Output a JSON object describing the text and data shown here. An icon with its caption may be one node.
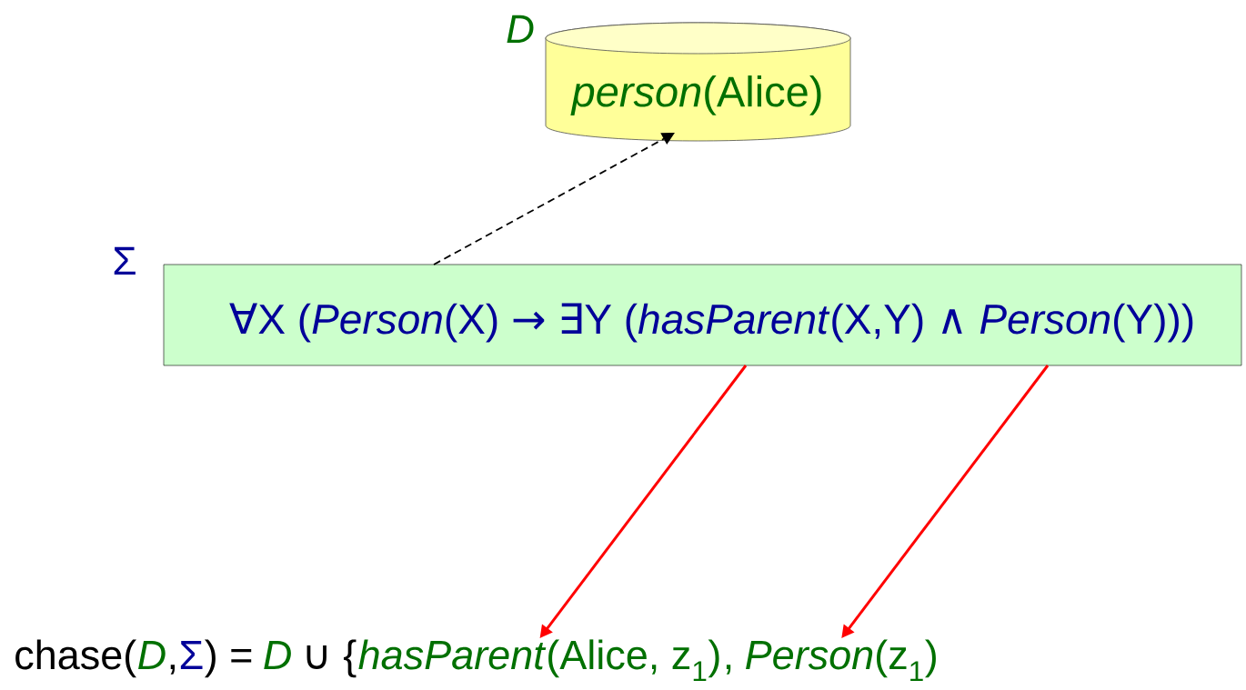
{
  "diagram": {
    "nodes": [
      {
        "text": [
          "*person*(Alice)"
        ],
        "beside": [
          "D"
        ]
      },
      {
        "text": [
          "∀X (*Person*(X) → ∃Y (*hasParent*(X,Y) ∧ *Person*(Y)))"
        ],
        "beside": [
          "Σ"
        ]
      },
      {
        "text": [
          "*hasParent*(Alice, z$_{1}$)"
        ]
      },
      {
        "text": [
          "*Person*(z$_{1}$)"
        ]
      }
    ],
    "edges": [
      {
        "from": 1,
        "to": 0,
        "arrow": "to",
        "style": "dashed",
        "color": "#000000"
      },
      {
        "from": 1,
        "to": 2,
        "arrow": "to",
        "color": "#ff0000"
      },
      {
        "from": 1,
        "to": 3,
        "arrow": "to",
        "color": "#ff0000"
      }
    ],
    "labels": [
      "chase(",
      "D",
      ",",
      "Σ",
      ") =",
      "D",
      "∪ {",
      ","
    ]
  }
}
